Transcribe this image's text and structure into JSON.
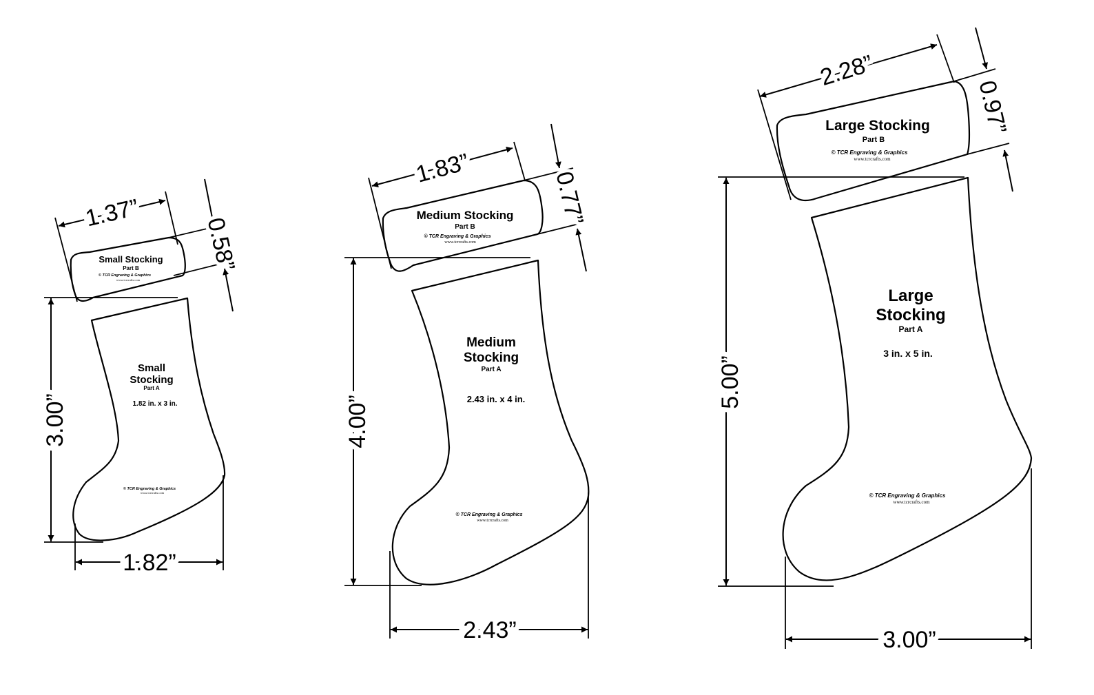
{
  "stockings": {
    "small": {
      "b_title": "Small Stocking",
      "b_part": "Part B",
      "b_brand": "TCR Engraving & Graphics",
      "b_url": "www.tcrcrafts.com",
      "a_title_1": "Small",
      "a_title_2": "Stocking",
      "a_part": "Part A",
      "a_size": "1.82 in. x 3 in.",
      "a_brand": "TCR Engraving & Graphics",
      "a_url": "www.tcrcrafts.com",
      "dim_cuff_width": "1.37”",
      "dim_cuff_height": "0.58”",
      "dim_height": "3.00”",
      "dim_width": "1.82”"
    },
    "medium": {
      "b_title": "Medium Stocking",
      "b_part": "Part B",
      "b_brand": "TCR Engraving & Graphics",
      "b_url": "www.tcrcrafts.com",
      "a_title_1": "Medium",
      "a_title_2": "Stocking",
      "a_part": "Part A",
      "a_size": "2.43 in. x 4 in.",
      "a_brand": "TCR Engraving & Graphics",
      "a_url": "www.tcrcrafts.com",
      "dim_cuff_width": "1.83”",
      "dim_cuff_height": "0.77”",
      "dim_height": "4.00”",
      "dim_width": "2.43”"
    },
    "large": {
      "b_title": "Large Stocking",
      "b_part": "Part B",
      "b_brand": "TCR Engraving & Graphics",
      "b_url": "www.tcrcrafts.com",
      "a_title_1": "Large",
      "a_title_2": "Stocking",
      "a_part": "Part A",
      "a_size": "3 in. x 5 in.",
      "a_brand": "TCR Engraving & Graphics",
      "a_url": "www.tcrcrafts.com",
      "dim_cuff_width": "2.28”",
      "dim_cuff_height": "0.97”",
      "dim_height": "5.00”",
      "dim_width": "3.00”"
    }
  },
  "copyright_symbol": "©"
}
